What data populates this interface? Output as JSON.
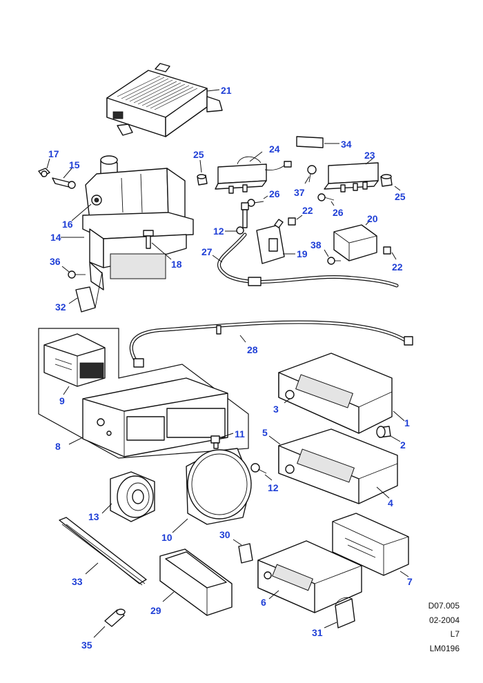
{
  "callouts": {
    "n1": "1",
    "n2": "2",
    "n3": "3",
    "n4": "4",
    "n5": "5",
    "n6": "6",
    "n7": "7",
    "n8": "8",
    "n9": "9",
    "n10": "10",
    "n11": "11",
    "n12a": "12",
    "n12b": "12",
    "n13": "13",
    "n14": "14",
    "n15": "15",
    "n16": "16",
    "n17": "17",
    "n18": "18",
    "n19": "19",
    "n20": "20",
    "n21": "21",
    "n22a": "22",
    "n22b": "22",
    "n23": "23",
    "n24": "24",
    "n25a": "25",
    "n25b": "25",
    "n26a": "26",
    "n26b": "26",
    "n27": "27",
    "n28": "28",
    "n29": "29",
    "n30": "30",
    "n31": "31",
    "n32": "32",
    "n33": "33",
    "n34": "34",
    "n35": "35",
    "n36": "36",
    "n37": "37",
    "n38": "38"
  },
  "reference": {
    "diagram_code": "D07.005",
    "date": "02-2004",
    "level": "L7",
    "illustration_id": "LM0196"
  },
  "colors": {
    "callout": "#1f3fd6",
    "line": "#111111"
  }
}
